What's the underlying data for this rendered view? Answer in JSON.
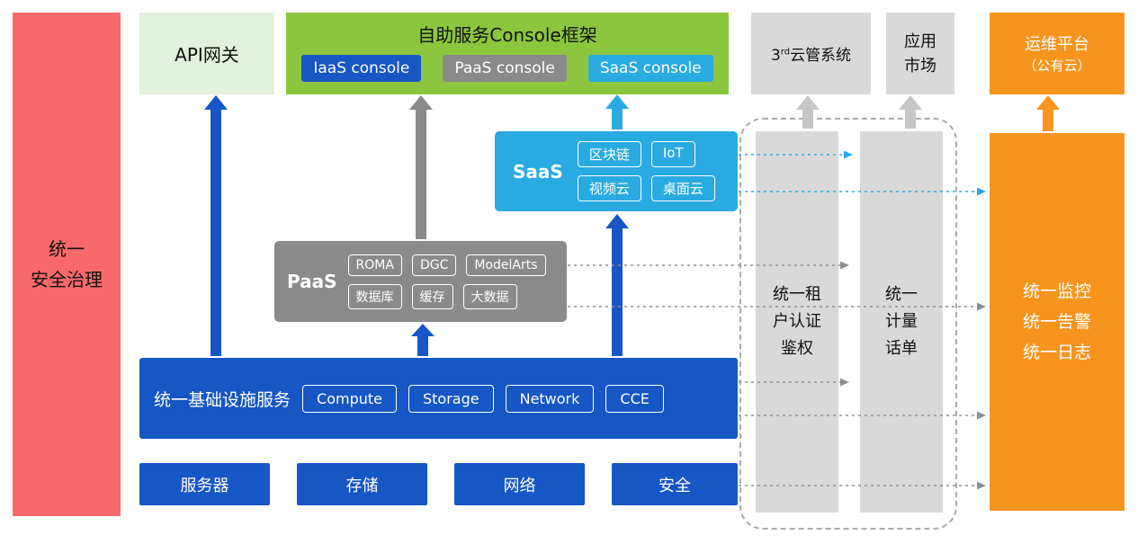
{
  "colors": {
    "red": "#F8696B",
    "green": "#8CC63E",
    "light_green": "#E2F0DC",
    "blue": "#1656C5",
    "cyan": "#29ABE2",
    "gray": "#8A8A8A",
    "light_gray": "#D9D9D9",
    "orange": "#F7941D"
  },
  "left_bar": {
    "label": "统一\n安全治理"
  },
  "top": {
    "api_gateway": {
      "label": "API网关"
    },
    "console": {
      "title": "自助服务Console框架",
      "badges": [
        {
          "label": "IaaS console"
        },
        {
          "label": "PaaS console"
        },
        {
          "label": "SaaS console"
        }
      ]
    },
    "third_party": {
      "prefix": "3",
      "sup": "rd",
      "suffix": "云管系统"
    },
    "app_market": {
      "label": "应用\n市场"
    },
    "ops_platform": {
      "line1": "运维平台",
      "line2": "（公有云）"
    }
  },
  "saas": {
    "label": "SaaS",
    "chips": [
      "区块链",
      "IoT",
      "视频云",
      "桌面云"
    ]
  },
  "paas": {
    "label": "PaaS",
    "chips": [
      "ROMA",
      "DGC",
      "ModelArts",
      "数据库",
      "缓存",
      "大数据"
    ]
  },
  "iaas": {
    "label": "统一基础设施服务",
    "chips": [
      "Compute",
      "Storage",
      "Network",
      "CCE"
    ]
  },
  "hardware": {
    "items": [
      "服务器",
      "存储",
      "网络",
      "安全"
    ]
  },
  "right": {
    "auth": {
      "label": "统一租\n户认证\n鉴权"
    },
    "metering": {
      "label": "统一\n计量\n话单"
    },
    "monitoring": {
      "label": "统一监控\n统一告警\n统一日志"
    }
  }
}
